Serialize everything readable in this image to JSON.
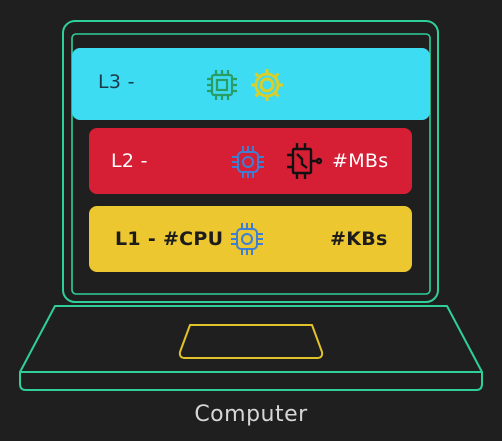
{
  "caption": "Computer",
  "levels": [
    {
      "label": "L3 -",
      "size": ""
    },
    {
      "label": "L2 -",
      "size": "#MBs"
    },
    {
      "label": "L1 - #CPU",
      "size": "#KBs"
    }
  ],
  "icons": {
    "l3": [
      "cpu-chip-icon",
      "cpu-core-icon"
    ],
    "l2": [
      "cpu-core-icon",
      "circuit-board-icon"
    ],
    "l1": [
      "cpu-core-icon"
    ]
  },
  "colors": {
    "background": "#1f1f1f",
    "laptop_outline": "#2fcf9a",
    "l3_bar": "#3ddcf2",
    "l2_bar": "#d61f35",
    "l1_bar": "#ecc730",
    "touchpad": "#e2c22a"
  }
}
